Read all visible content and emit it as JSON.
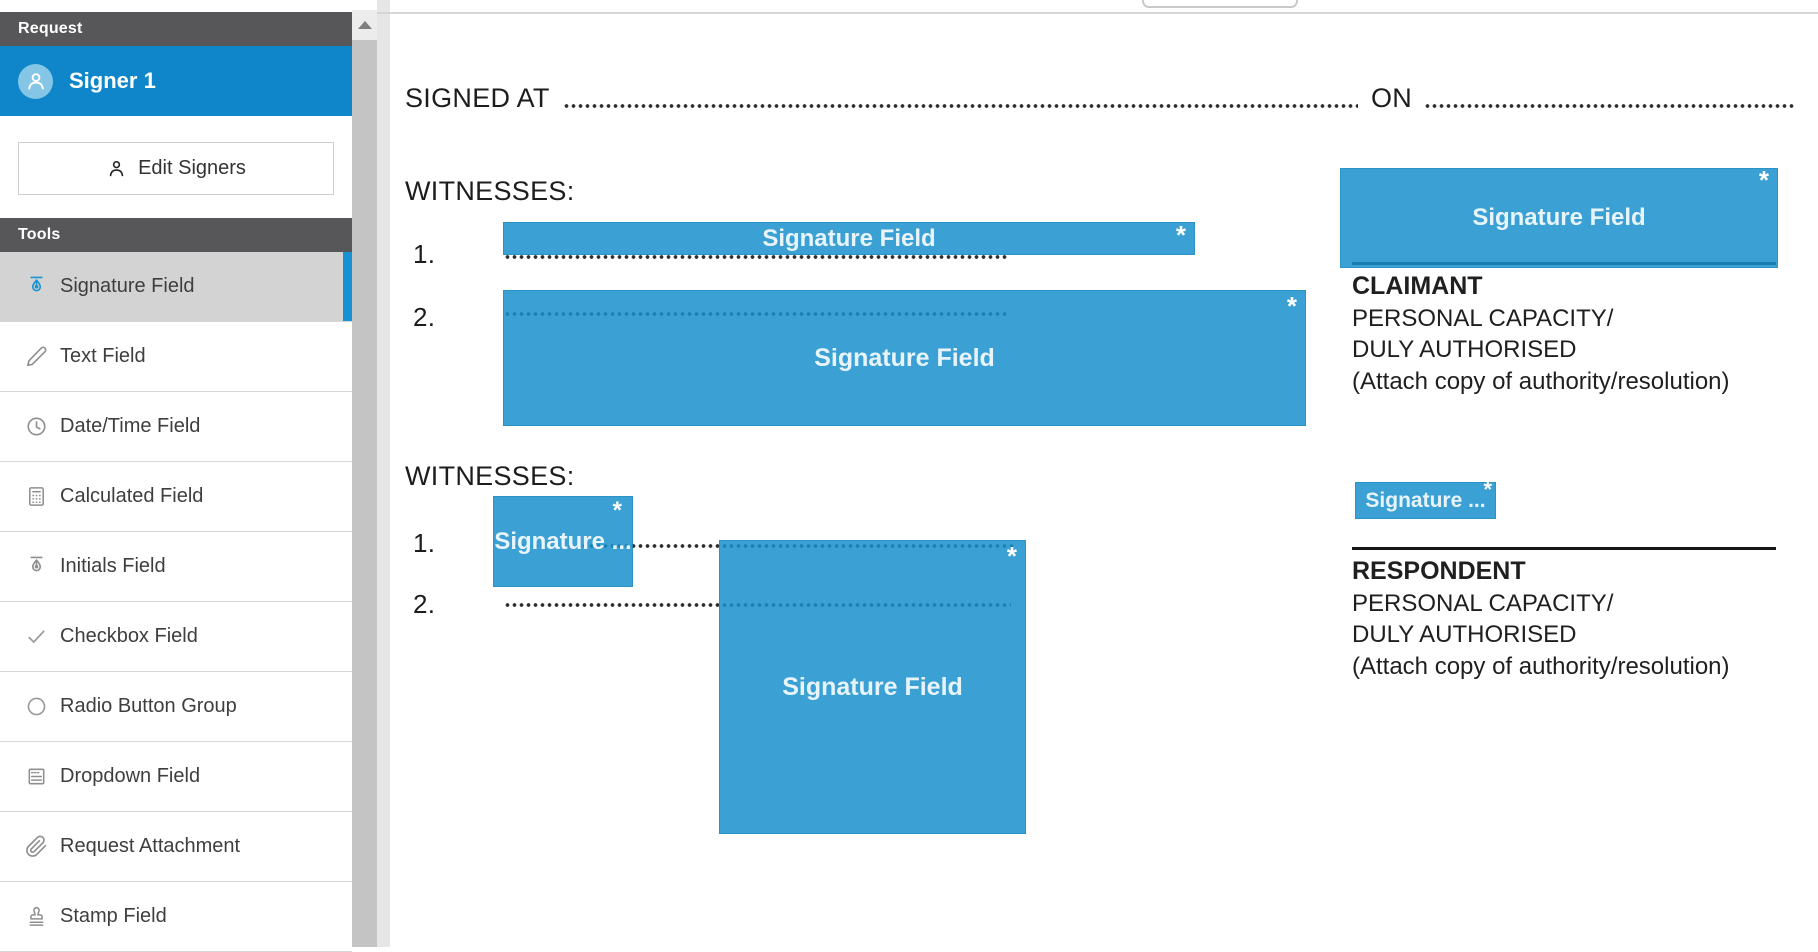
{
  "sidebar": {
    "request_header": "Request",
    "signer": {
      "name": "Signer 1"
    },
    "edit_signers_label": "Edit Signers",
    "tools_header": "Tools",
    "tools": [
      {
        "label": "Signature Field",
        "icon": "pen-nib-icon",
        "selected": true
      },
      {
        "label": "Text Field",
        "icon": "pencil-icon",
        "selected": false
      },
      {
        "label": "Date/Time Field",
        "icon": "clock-icon",
        "selected": false
      },
      {
        "label": "Calculated Field",
        "icon": "calculator-icon",
        "selected": false
      },
      {
        "label": "Initials Field",
        "icon": "pen-nib-icon",
        "selected": false
      },
      {
        "label": "Checkbox Field",
        "icon": "check-icon",
        "selected": false
      },
      {
        "label": "Radio Button Group",
        "icon": "circle-icon",
        "selected": false
      },
      {
        "label": "Dropdown Field",
        "icon": "list-icon",
        "selected": false
      },
      {
        "label": "Request Attachment",
        "icon": "paperclip-icon",
        "selected": false
      },
      {
        "label": "Stamp Field",
        "icon": "stamp-icon",
        "selected": false
      }
    ]
  },
  "document": {
    "signed_at_label": "SIGNED AT",
    "on_label": "ON",
    "section1": {
      "heading": "WITNESSES:",
      "item1": "1.",
      "item2": "2.",
      "party": {
        "name": "CLAIMANT",
        "line1": "PERSONAL CAPACITY/",
        "line2": "DULY AUTHORISED",
        "line3": "(Attach copy of authority/resolution)"
      }
    },
    "section2": {
      "heading": "WITNESSES:",
      "item1": "1.",
      "item2": "2.",
      "party": {
        "name": "RESPONDENT",
        "line1": "PERSONAL CAPACITY/",
        "line2": "DULY AUTHORISED",
        "line3": "(Attach copy of authority/resolution)"
      }
    }
  },
  "fields": {
    "required_marker": "*",
    "witness1_bar": {
      "label": "Signature Field"
    },
    "witness2_box": {
      "label": "Signature Field"
    },
    "claimant_box": {
      "label": "Signature Field"
    },
    "witness3_chip": {
      "label": "Signature ..."
    },
    "witness4_box": {
      "label": "Signature Field"
    },
    "respondent_chip": {
      "label": "Signature ..."
    }
  },
  "colors": {
    "accent_blue": "#0e86c9",
    "field_blue": "#1991cd",
    "header_gray": "#57575a",
    "selected_row_gray": "#d3d3d3"
  }
}
